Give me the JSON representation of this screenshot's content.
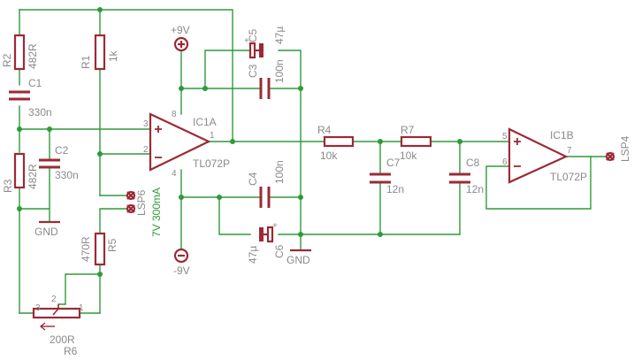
{
  "components": {
    "r2": {
      "name": "R2",
      "value": "482R"
    },
    "c1": {
      "name": "C1",
      "value": "330n"
    },
    "r1": {
      "name": "R1",
      "value": "1k"
    },
    "c2": {
      "name": "C2",
      "value": "330n"
    },
    "r3": {
      "name": "R3",
      "value": "482R"
    },
    "gnd_left": "GND",
    "r5": {
      "name": "R5",
      "value": "470R"
    },
    "r6": {
      "name": "R6",
      "value": "200R",
      "pin1": "1",
      "pin2": "2",
      "pin3": "3"
    },
    "lsp6": {
      "name": "LSP6",
      "note": "7V 300mA"
    },
    "vpos": "+9V",
    "vneg": "-9V",
    "c5": {
      "name": "C5",
      "value": "47µ"
    },
    "c3": {
      "name": "C3",
      "value": "100n"
    },
    "c4": {
      "name": "C4",
      "value": "100n"
    },
    "c6": {
      "name": "C6",
      "value": "47µ"
    },
    "gnd_mid": "GND",
    "ic1a": {
      "name": "IC1A",
      "part": "TL072P",
      "pin_plus": "3",
      "pin_minus": "2",
      "pin_out": "1",
      "pin_vp": "8",
      "pin_vn": "4"
    },
    "r4": {
      "name": "R4",
      "value": "10k"
    },
    "r7": {
      "name": "R7",
      "value": "10k"
    },
    "c7": {
      "name": "C7",
      "value": "12n"
    },
    "c8": {
      "name": "C8",
      "value": "12n"
    },
    "ic1b": {
      "name": "IC1B",
      "part": "TL072P",
      "pin_plus": "5",
      "pin_minus": "6",
      "pin_out": "7"
    },
    "lsp4": {
      "name": "LSP4"
    }
  },
  "colors": {
    "wire": "#2f9a3a",
    "part": "#9b2a35",
    "label": "#8a8a8a"
  }
}
